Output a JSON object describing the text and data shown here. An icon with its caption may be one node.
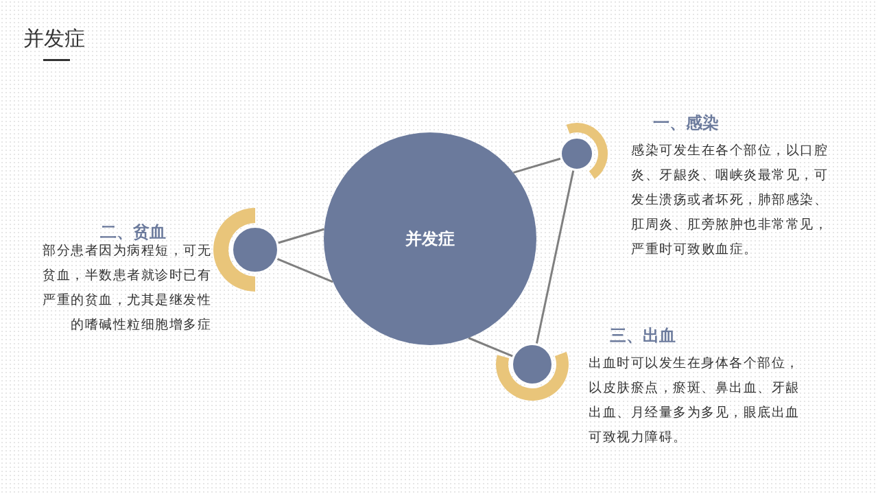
{
  "diagram": {
    "title": "并发症",
    "nodes": [
      {
        "text": [
          "并发症"
        ]
      },
      {
        "text": [],
        "shape": "circle",
        "beside": [
          "一、感染",
          "感染可发生在各个部位，以口腔炎、牙龈炎、咽峡炎最常见，可发生溃疡或者坏死，肺部感染、肛周炎、肛旁脓肿也非常常见，严重时可致败血症。"
        ]
      },
      {
        "text": [],
        "shape": "circle",
        "beside": [
          "二、贫血",
          "部分患者因为病程短，可无贫血，半数患者就诊时已有严重的贫血，尤其是继发性的嗜碱性粒细胞增多症"
        ]
      },
      {
        "text": [],
        "shape": "circle",
        "beside": [
          "三、出血",
          "出血时可以发生在身体各个部位，以皮肤瘀点，瘀斑、鼻出血、牙龈出血、月经量多为多见，眼底出血可致视力障碍。"
        ]
      }
    ],
    "edges": [
      {
        "from": 2,
        "to": 0,
        "arrow": "none"
      },
      {
        "from": 2,
        "to": 0,
        "arrow": "none"
      },
      {
        "from": 0,
        "to": 1,
        "arrow": "none"
      },
      {
        "from": 0,
        "to": 3,
        "arrow": "none"
      },
      {
        "from": 1,
        "to": 3,
        "arrow": "none"
      }
    ]
  }
}
